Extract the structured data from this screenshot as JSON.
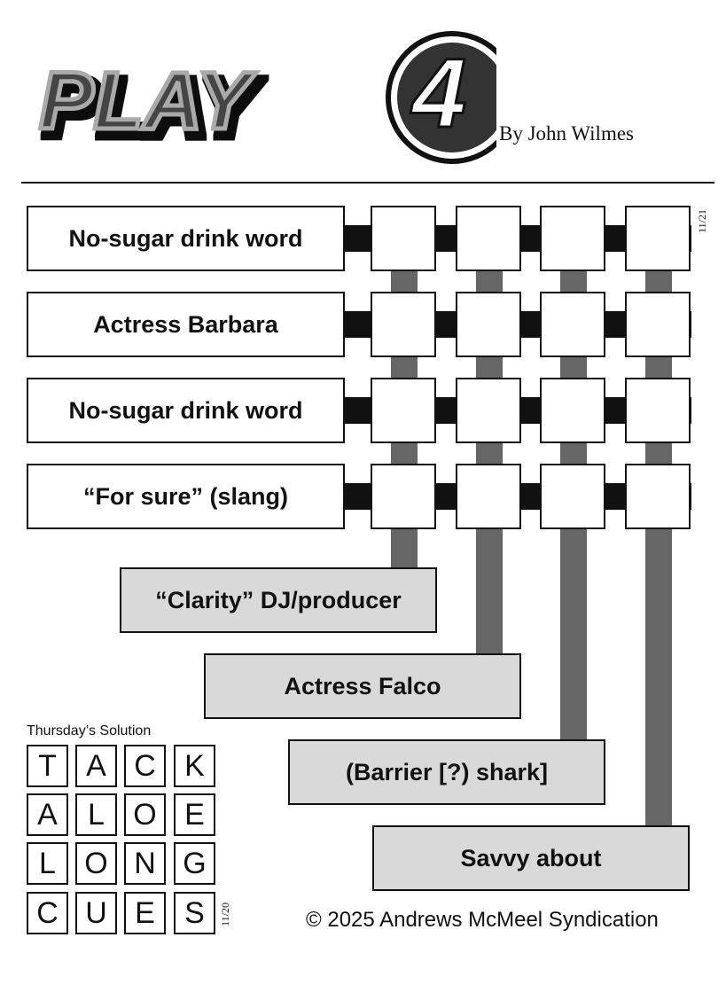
{
  "header": {
    "logo_text": "PLAY4",
    "byline": "By John Wilmes"
  },
  "puzzle": {
    "date": "11/21",
    "across": [
      "No-sugar drink word",
      "Actress Barbara",
      "No-sugar drink word",
      "“For sure” (slang)"
    ],
    "down": [
      "“Clarity” DJ/producer",
      "Actress Falco",
      "(Barrier [?) shark]",
      "Savvy about"
    ]
  },
  "solution": {
    "label": "Thursday’s Solution",
    "date": "11/20",
    "rows": [
      [
        "T",
        "A",
        "C",
        "K"
      ],
      [
        "A",
        "L",
        "O",
        "E"
      ],
      [
        "L",
        "O",
        "N",
        "G"
      ],
      [
        "C",
        "U",
        "E",
        "S"
      ]
    ]
  },
  "footer": {
    "copyright": "© 2025 Andrews McMeel Syndication"
  }
}
